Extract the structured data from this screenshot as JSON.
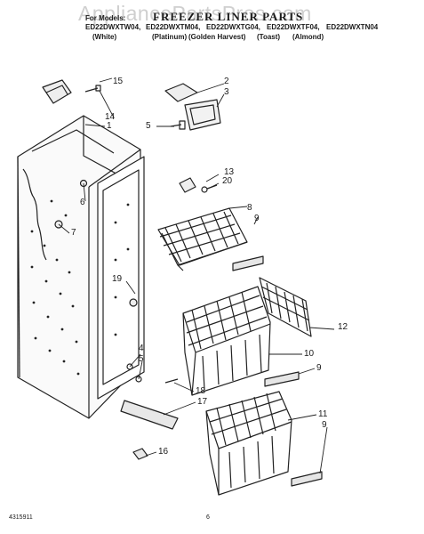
{
  "watermark": "AppliancePartsPros.com",
  "title": "FREEZER LINER PARTS",
  "models_label": "For Models:",
  "models": [
    "ED22DWXTW04,",
    "ED22DWXTM04,",
    "ED22DWXTG04,",
    "ED22DWXTF04,",
    "ED22DWXTN04"
  ],
  "colors": [
    "(White)",
    "(Platinum)",
    "(Golden Harvest)",
    "(Toast)",
    "(Almond)"
  ],
  "callouts": [
    "1",
    "2",
    "3",
    "4",
    "5",
    "5",
    "6",
    "7",
    "8",
    "9",
    "9",
    "9",
    "10",
    "11",
    "12",
    "13",
    "14",
    "15",
    "16",
    "17",
    "18",
    "19",
    "20"
  ],
  "footer": {
    "left": "4315911",
    "page": "6"
  }
}
